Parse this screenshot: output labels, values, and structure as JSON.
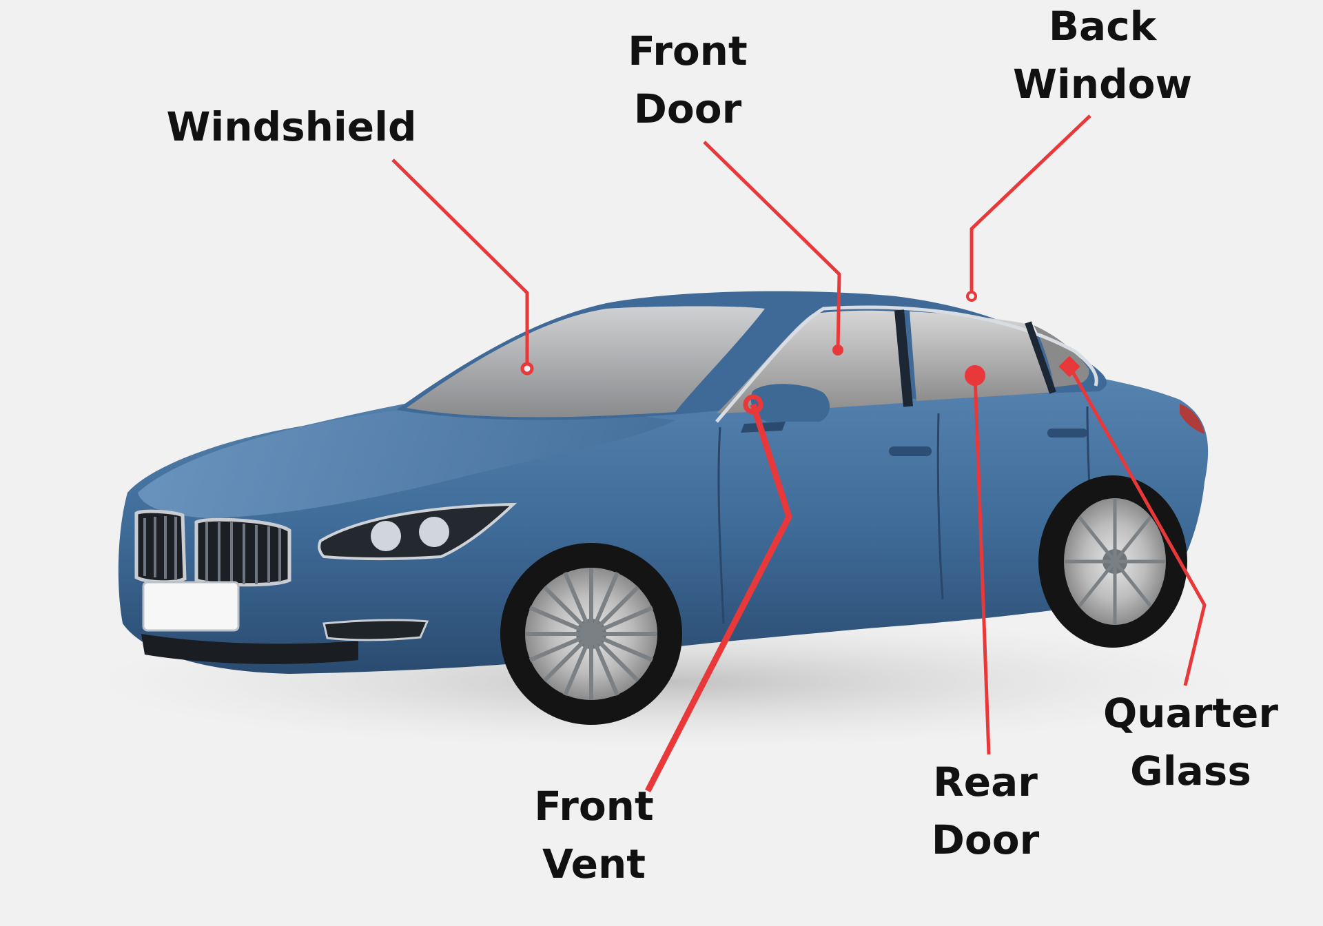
{
  "diagram": {
    "subject": "car-glass-diagram",
    "accent_color": "#e8383a",
    "car_color": "#3e6a96",
    "labels": [
      {
        "id": "windshield",
        "lines": [
          "Windshield"
        ]
      },
      {
        "id": "front-door",
        "lines": [
          "Front",
          "Door"
        ]
      },
      {
        "id": "back-window",
        "lines": [
          "Back",
          "Window"
        ]
      },
      {
        "id": "front-vent",
        "lines": [
          "Front",
          "Vent"
        ]
      },
      {
        "id": "rear-door",
        "lines": [
          "Rear",
          "Door"
        ]
      },
      {
        "id": "quarter-glass",
        "lines": [
          "Quarter",
          "Glass"
        ]
      }
    ]
  }
}
